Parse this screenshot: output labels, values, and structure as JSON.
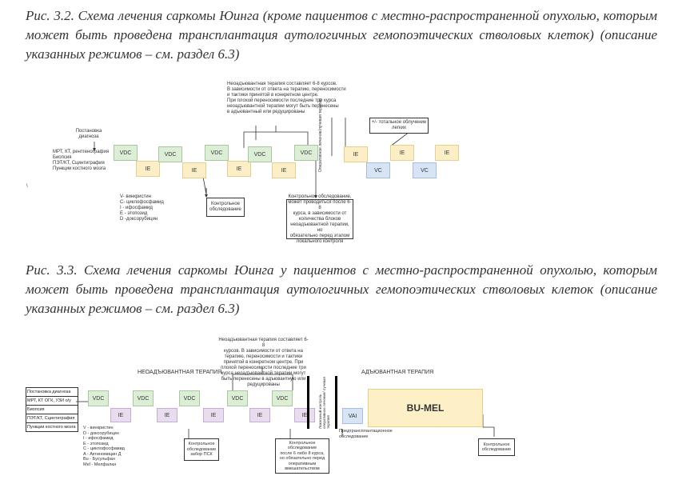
{
  "fig1": {
    "caption": "Рис. 3.2. Схема лечения саркомы Юинга (кроме пациентов с местно-распространенной опухолью, которым может быть проведена трансплантация аутологичных гемопоэтических стволовых клеток) (описание указанных режимов – см. раздел 6.3)",
    "diag_title": "Постановка диагноза",
    "diag_methods": [
      "МРТ, КТ, рентгенография",
      "Биопсия",
      "ПЭТ/КТ, Сцинтиграфия",
      "Пункции костного мозга"
    ],
    "top_note": [
      "Неоадъювантная терапия составляет 6-8 курсов.",
      "В зависимости от ответа на терапию, переносимости",
      "и тактики принятой в конкретном центре.",
      "При плохой переносимости последние три курса",
      "неоадъювантной терапии могут быть перенесены",
      "в адъювантный или редуцированы"
    ],
    "vdc": "VDC",
    "ie": "IE",
    "vc": "VC",
    "rt_note": [
      "+/- тотальное облучение",
      "легких"
    ],
    "vertical_label": "Оперативное лечение/лучевая терапия",
    "legend": [
      "V- винкристин",
      "С- циклофосфамид",
      "I - ифосфамид",
      "Е - этопозид",
      "D -доксорубицин"
    ],
    "control1": [
      "Контрольное",
      "обследование"
    ],
    "control2": [
      "Контрольное обследование,",
      "может проводиться после 6-8",
      "курса, в зависимости от",
      "количества блоков",
      "неоадъювантной терапии, но",
      "обязательно перед этапом",
      "локального контроля"
    ],
    "backslash": "\\"
  },
  "fig2": {
    "caption": "Рис. 3.3. Схема лечения саркомы Юинга у пациентов с местно-распространенной опухолью, которым может быть проведена трансплантация аутологичных гемопоэтических стволовых клеток (описание указанных режимов – см. раздел 6.3)",
    "top_note": [
      "Неоадъювантная терапия составляет 6-8",
      "курсов. В зависимости от ответа на",
      "терапию, переносимости и тактики",
      "принятой в конкретном центре. При",
      "плохой переносимости последние три",
      "курса неоадъювантной терапии могут",
      "быть перенесены в адъювантную или",
      "редуцированы"
    ],
    "neo_label": "НЕОАДЪЮВАНТНАЯ ТЕРАПИЯ",
    "adj_label": "АДЪЮВАНТНАЯ ТЕРАПИЯ",
    "diag_table": [
      "Постановка диагноза",
      "МРТ, КТ ОГК, УЗИ о/у",
      "Биопсия",
      "ПЭТ/КТ, Сцинтиграфия",
      "Пункции костного мозга"
    ],
    "vdc": "VDC",
    "ie": "IE",
    "vai": "VAI",
    "bumel": "BU-MEL",
    "vertical_label": "Локальный контроль оперативное лечение/ лучевая терапия",
    "legend": [
      "V - винкристин",
      "D - доксорубицин",
      "I - ифосфамид",
      "E - этопозид",
      "C - циклофосфамид",
      "A - Актиномицин Д",
      "Bu - Бусульфан",
      "Mel - Мелфалан"
    ],
    "control1": [
      "Контрольное",
      "обследование",
      "забор ПСК"
    ],
    "control2": [
      "Контрольное",
      "обследование",
      "после 6 либо 8 курса,",
      "но обязательно перед",
      "оперативным",
      "вмешательством"
    ],
    "pretx": [
      "Предтрансплантационное",
      "обследование"
    ],
    "control3": [
      "Контрольное",
      "обследование"
    ]
  }
}
